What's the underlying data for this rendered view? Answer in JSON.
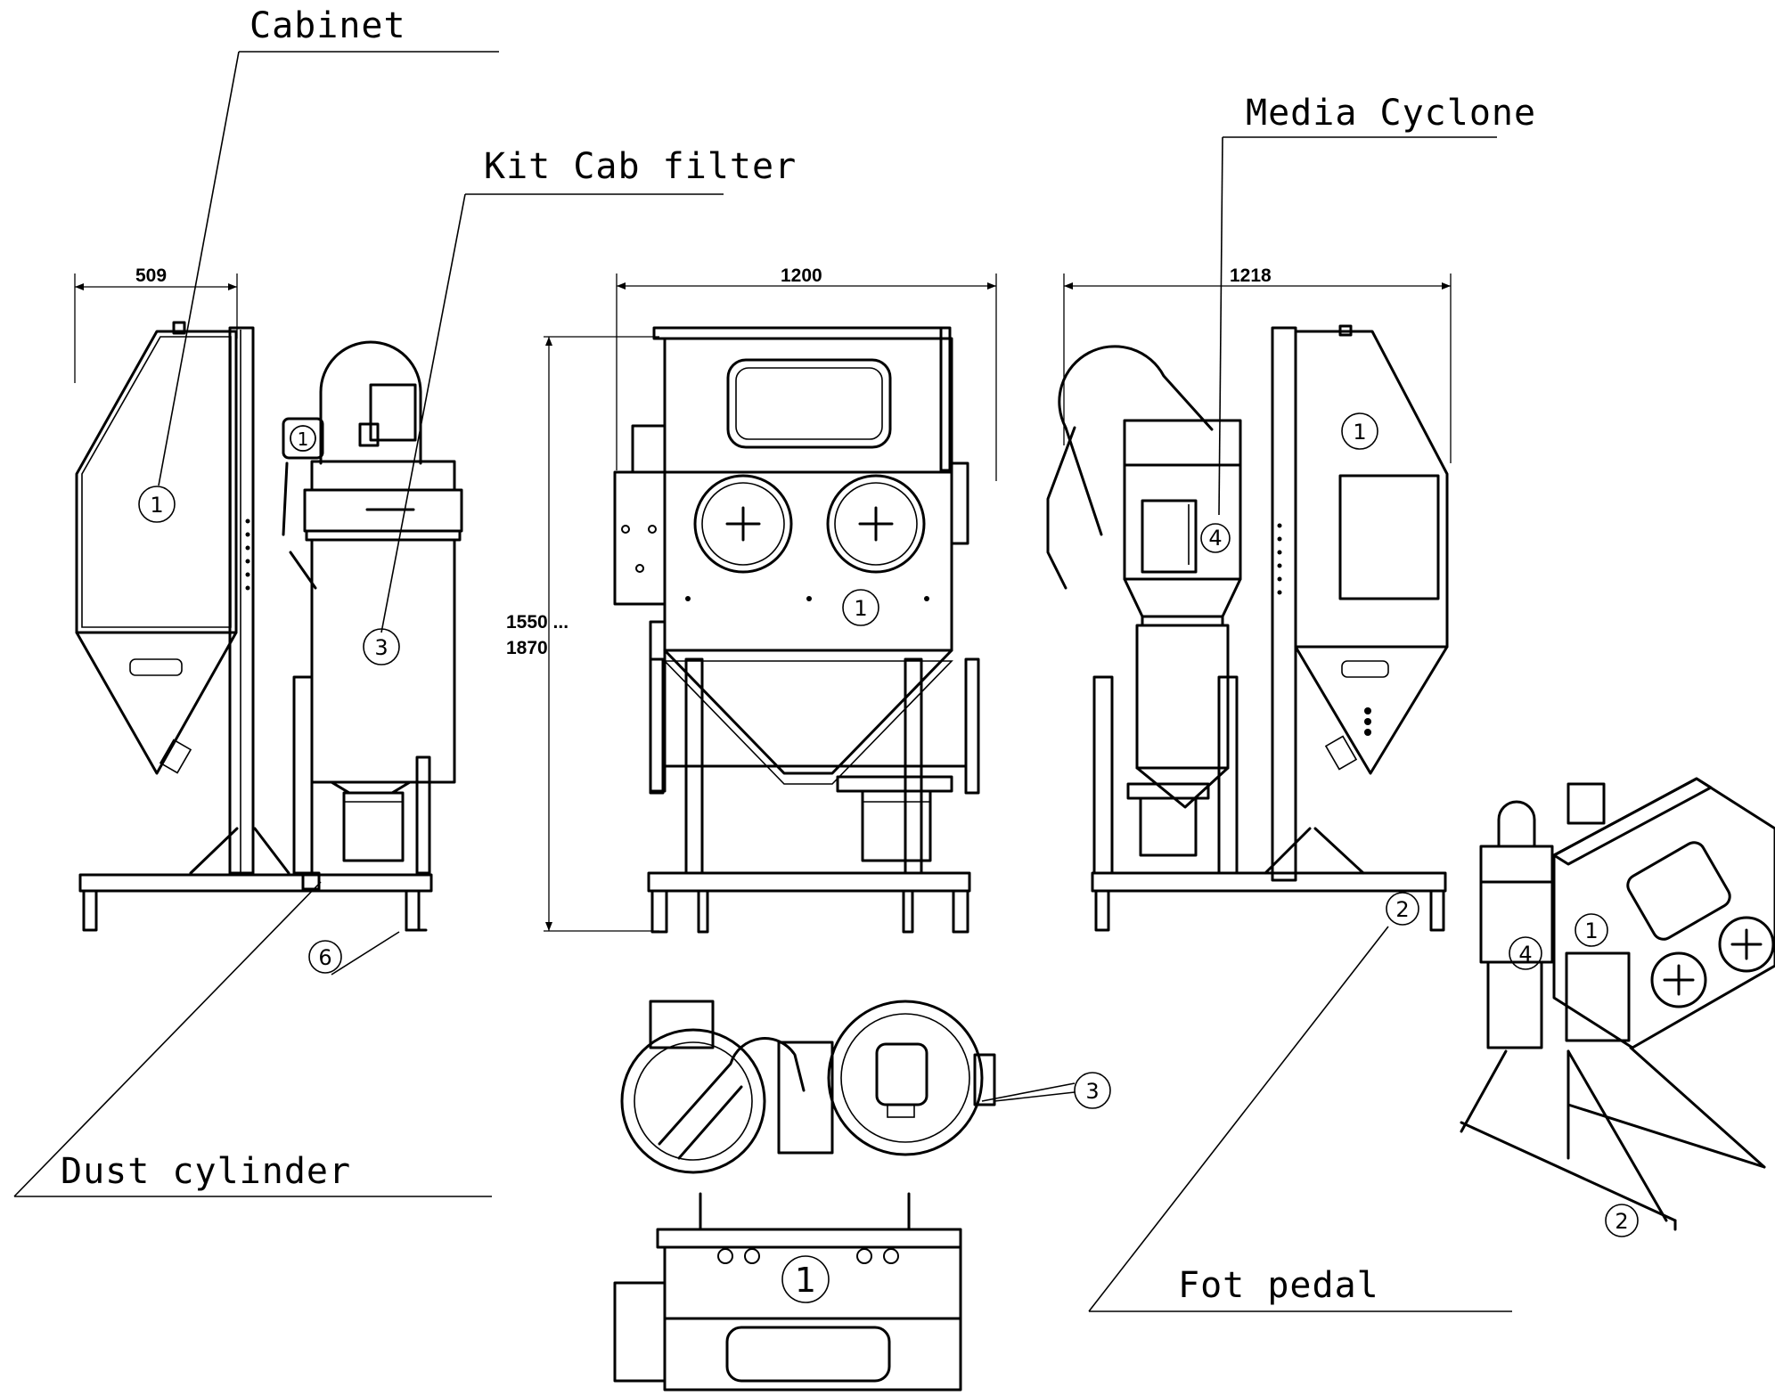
{
  "labels": {
    "cabinet": "Cabinet",
    "kit_cab_filter": "Kit Cab filter",
    "media_cyclone": "Media Cyclone",
    "dust_cylinder": "Dust cylinder",
    "fot_pedal": "Fot pedal"
  },
  "dimensions": {
    "side_width": "509",
    "front_width": "1200",
    "rear_width": "1218",
    "height_line1": "1550 ...",
    "height_line2": "1870"
  },
  "part_numbers": {
    "p1": "1",
    "p2": "2",
    "p3": "3",
    "p4": "4",
    "p6": "6"
  }
}
